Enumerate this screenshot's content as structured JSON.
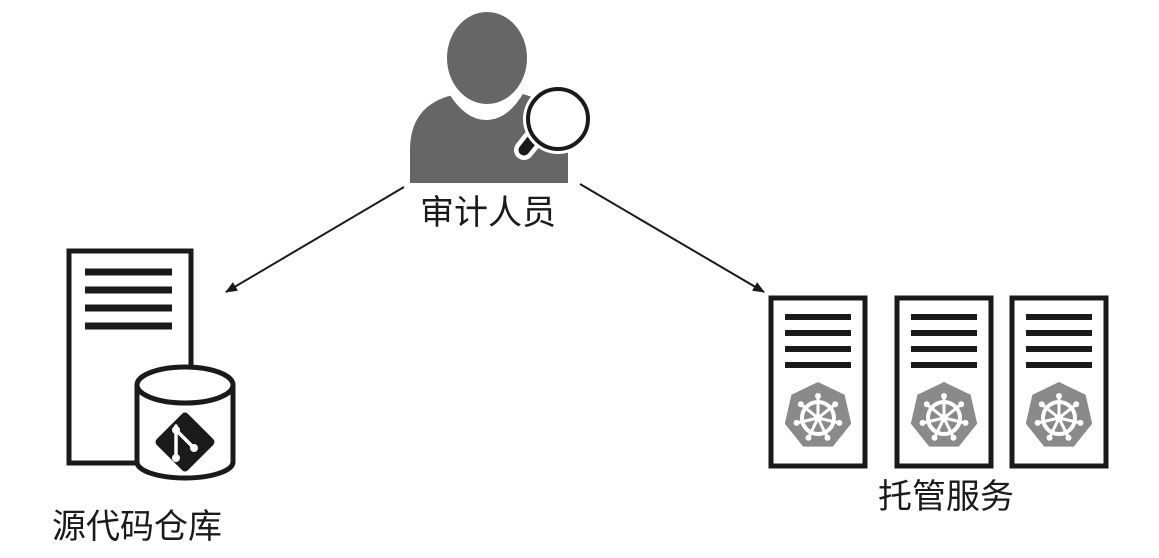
{
  "nodes": {
    "auditor": {
      "label": "审计人员",
      "icon": "user-magnifier-icon"
    },
    "source_repo": {
      "label": "源代码仓库",
      "icon": "git-repository-icon"
    },
    "hosting": {
      "label": "托管服务",
      "icon": "kubernetes-server-icon",
      "server_count": 3
    }
  },
  "edges": [
    {
      "from": "auditor",
      "to": "source_repo"
    },
    {
      "from": "auditor",
      "to": "hosting"
    }
  ],
  "colors": {
    "figure_gray": "#666666",
    "stroke": "#1a1a1a",
    "k8s_badge": "#8a8a8a"
  }
}
